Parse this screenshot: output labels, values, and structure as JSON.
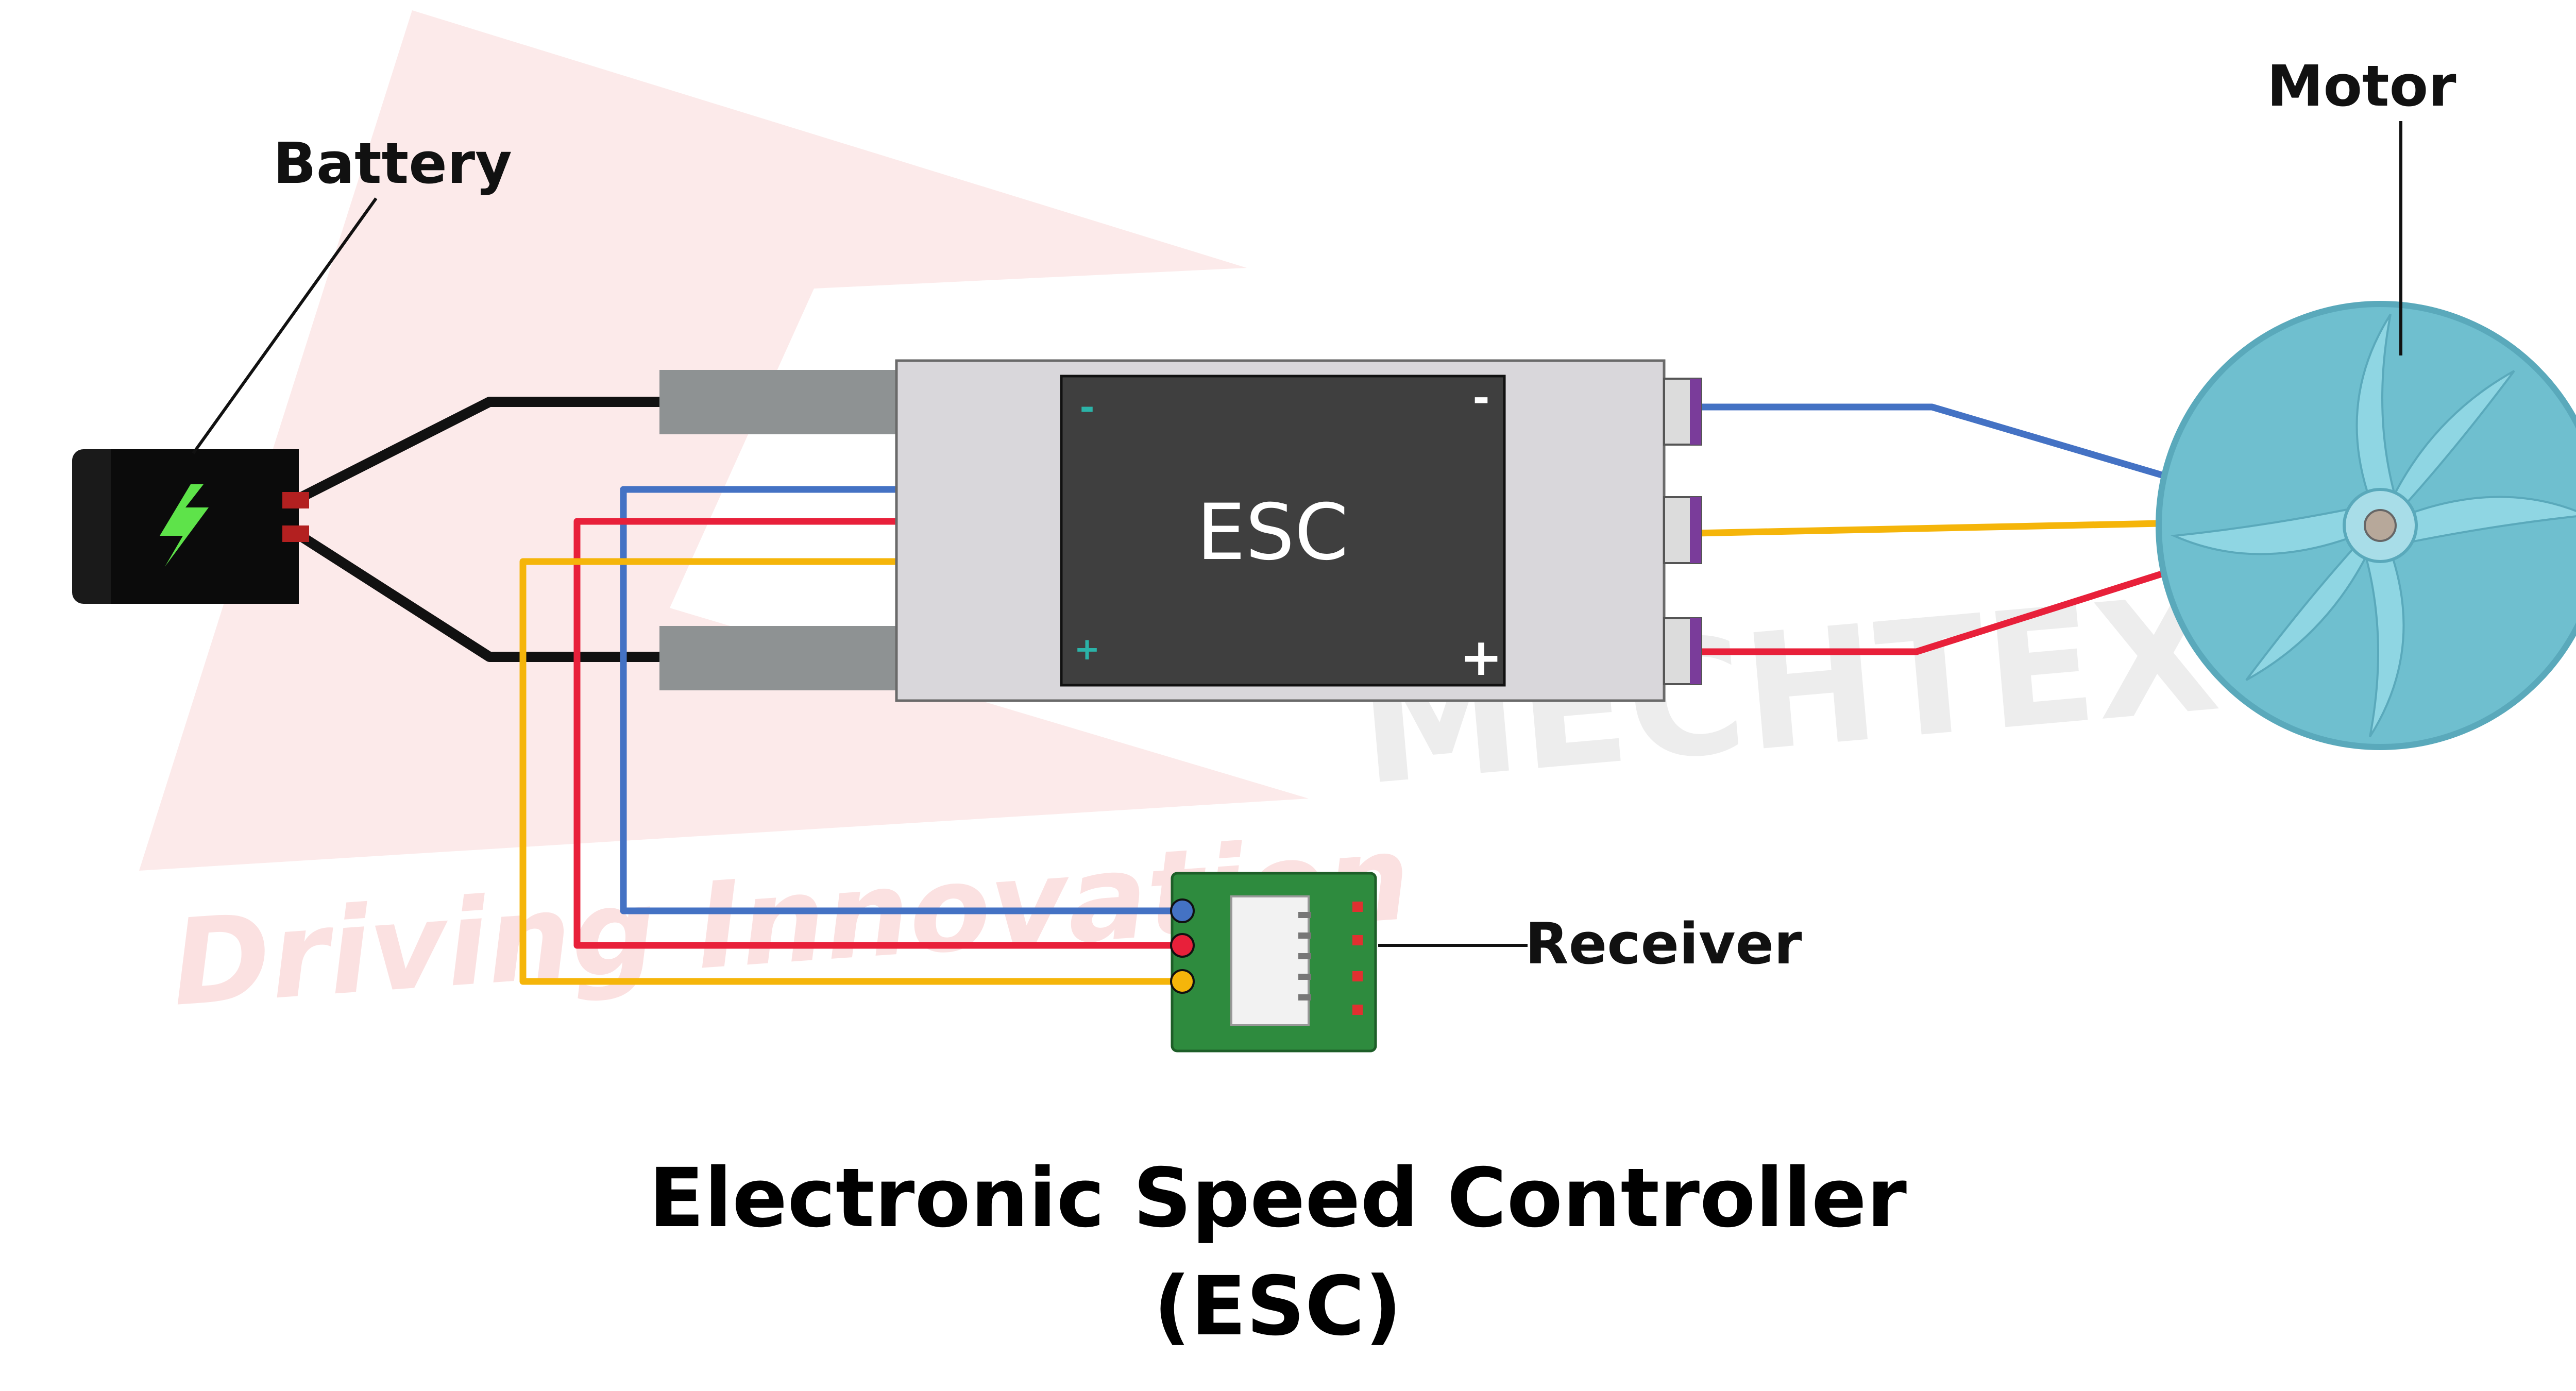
{
  "labels": {
    "battery": "Battery",
    "motor": "Motor",
    "receiver": "Receiver",
    "esc": "ESC",
    "minus": "-",
    "plus": "+"
  },
  "title": {
    "line1": "Electronic Speed Controller",
    "line2": "(ESC)"
  },
  "watermark": {
    "brand": "MECHTEX",
    "tagline": "Driving Innovation"
  },
  "colors": {
    "wire_black": "#111111",
    "wire_blue": "#4472c4",
    "wire_red": "#e8203a",
    "wire_yellow": "#f5b50a",
    "esc_body": "#d9d7db",
    "esc_panel": "#3f3f3f",
    "motor": "#6fbfcf",
    "receiver_board": "#2e8b3e",
    "battery": "#1a1a1a",
    "bolt": "#5ee34a"
  },
  "icons": {
    "battery": "battery-bolt-icon",
    "motor": "motor-fan-icon"
  }
}
